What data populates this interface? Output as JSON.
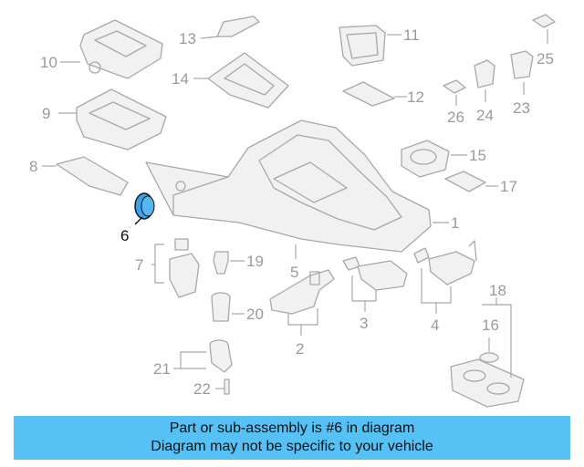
{
  "diagram": {
    "labels": {
      "c1": "1",
      "c2": "2",
      "c3": "3",
      "c4": "4",
      "c5": "5",
      "c6": "6",
      "c7": "7",
      "c8": "8",
      "c9": "9",
      "c10": "10",
      "c11": "11",
      "c12": "12",
      "c13": "13",
      "c14": "14",
      "c15": "15",
      "c16": "16",
      "c17": "17",
      "c18": "18",
      "c19": "19",
      "c20": "20",
      "c21": "21",
      "c22": "22",
      "c23": "23",
      "c24": "24",
      "c25": "25",
      "c26": "26"
    },
    "highlighted_part": "6",
    "colors": {
      "line": "#a8a8a8",
      "highlight_fill": "#3aa3e8",
      "caption_bg": "#55c1f4"
    }
  },
  "caption": {
    "line1": "Part or sub-assembly is #6 in diagram",
    "line2": "Diagram may not be specific to your vehicle"
  }
}
